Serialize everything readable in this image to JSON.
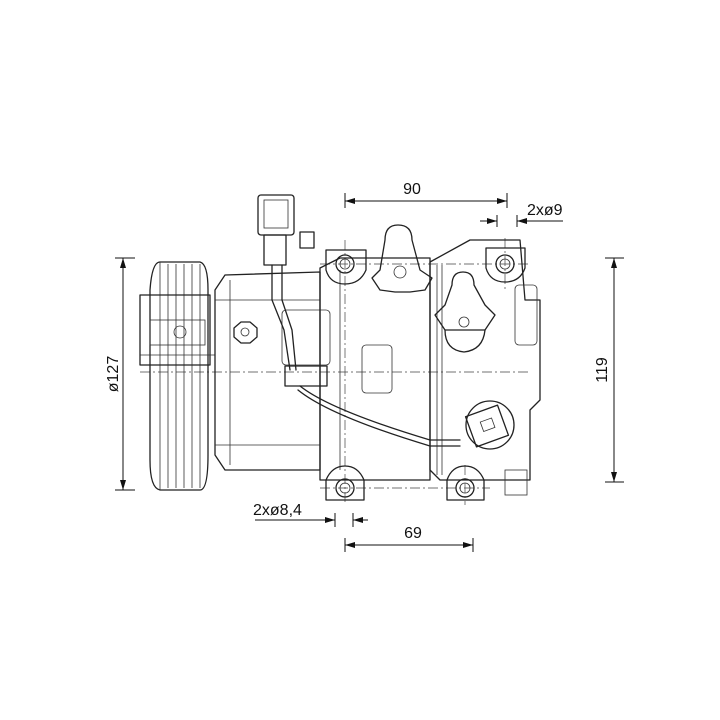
{
  "drawing": {
    "subject": "compressor",
    "dimensions": {
      "mount_spacing_top": "90",
      "top_hole_diameter": "2xø9",
      "pulley_diameter": "ø127",
      "height": "119",
      "bottom_hole_diameter": "2xø8,4",
      "mount_spacing_bottom": "69"
    },
    "line_color": "#222222",
    "background": "#ffffff"
  }
}
